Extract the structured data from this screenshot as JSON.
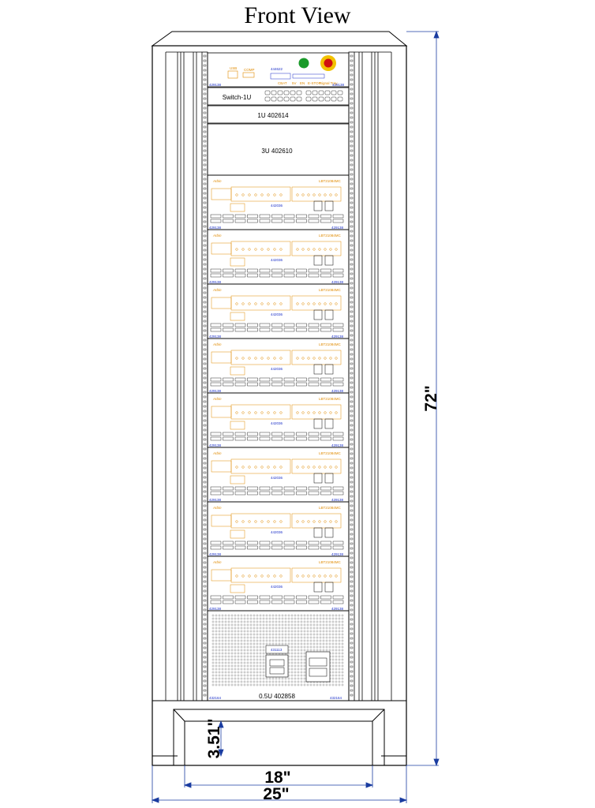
{
  "title": "Front View",
  "dimensions": {
    "height": "72\"",
    "width_outer": "25\"",
    "width_inner": "18\"",
    "base_height": "3.51\""
  },
  "control_panel": {
    "part": "444622",
    "id_left": "429138",
    "id_right": "429138",
    "labels": [
      "CBAT",
      "5V",
      "EN",
      "E-STOP",
      "Signal Tray"
    ],
    "small_labels": [
      "USB",
      "COMP"
    ],
    "indicator_color": "#1a9a2a",
    "estop_ring_color": "#f2c200",
    "estop_color": "#d01010"
  },
  "switch": {
    "label": "Switch-1U"
  },
  "panel_1u": {
    "label": "1U   402614"
  },
  "panel_3u": {
    "label": "3U   402610"
  },
  "modules": {
    "brand": "Arbin",
    "model": "LBT21084MC",
    "part": "442036",
    "rail_id": "429138",
    "count": 8
  },
  "bottom_panel": {
    "part": "431113",
    "id_left": "432164",
    "id_right": "432164",
    "label": "0.5U   402858"
  }
}
